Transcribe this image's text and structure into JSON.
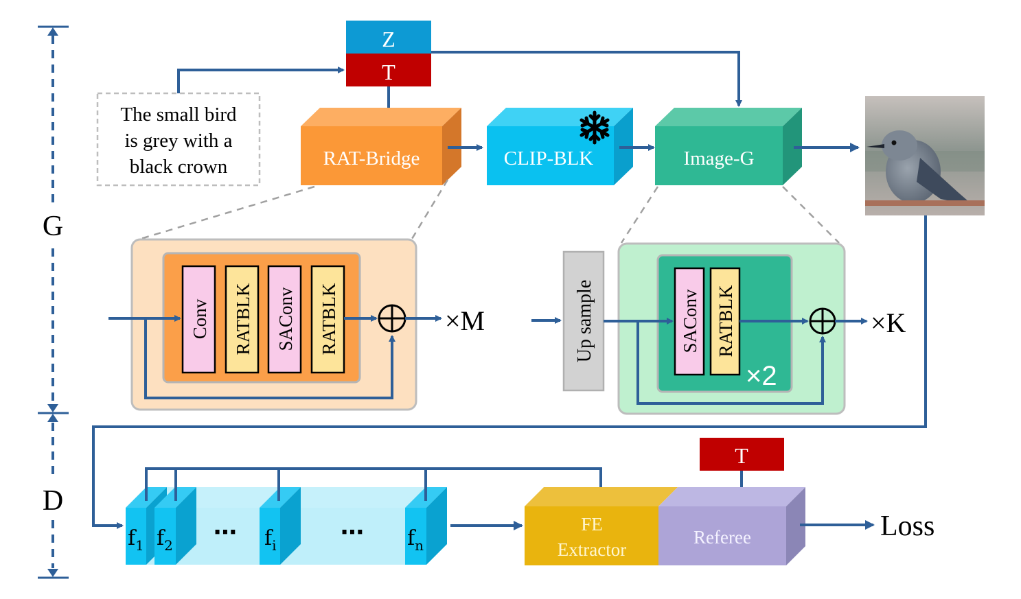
{
  "colors": {
    "arrow": "#2e5f98",
    "z_block": "#0d9ad4",
    "t_block": "#c00000",
    "rat_bridge": "#fb9837",
    "clip_blk": "#0ac1f0",
    "image_g": "#2fb894",
    "fe_extractor": "#e9b40e",
    "referee": "#ada4d7",
    "conv": "#f9cbe9",
    "ratblk": "#fde49a",
    "upsample": "#d2d2d2",
    "feature": "#12c3f2",
    "feature_bg": "#bfeffa"
  },
  "sections": {
    "generator_label": "G",
    "discriminator_label": "D"
  },
  "generator": {
    "z_label": "Z",
    "t_label": "T",
    "text_prompt": [
      "The small bird",
      "is grey with a",
      "black crown"
    ],
    "rat_bridge": "RAT-Bridge",
    "clip_blk": "CLIP-BLK",
    "image_g": "Image-G",
    "frozen_icon": "snowflake-icon",
    "output_image_alt": "generated bird image"
  },
  "rat_detail": {
    "blocks": [
      "Conv",
      "RATBLK",
      "SAConv",
      "RATBLK"
    ],
    "repeat": "×M"
  },
  "imageg_detail": {
    "upsample": "Up sample",
    "blocks": [
      "SAConv",
      "RATBLK"
    ],
    "inner_repeat": "×2",
    "repeat": "×K"
  },
  "discriminator": {
    "features": [
      {
        "base": "f",
        "sub": "1"
      },
      {
        "base": "f",
        "sub": "2"
      },
      {
        "base": "f",
        "sub": "i"
      },
      {
        "base": "f",
        "sub": "n"
      }
    ],
    "ellipsis": "⋯",
    "t_label": "T",
    "fe_extractor": [
      "FE",
      "Extractor"
    ],
    "referee": "Referee",
    "loss": "Loss"
  }
}
